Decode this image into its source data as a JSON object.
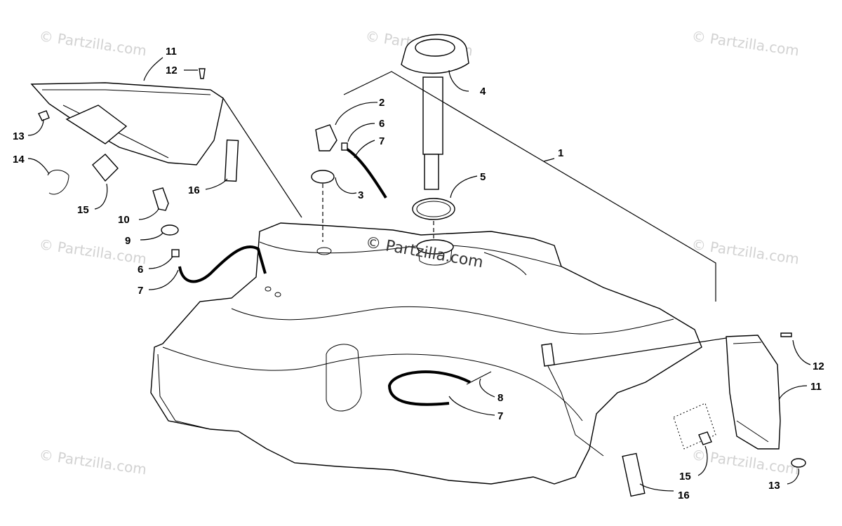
{
  "watermark": {
    "text": "© Partzilla.com",
    "center_text": "© Partzilla.com"
  },
  "callouts": {
    "c1": "1",
    "c2": "2",
    "c3": "3",
    "c4": "4",
    "c5": "5",
    "c6a": "6",
    "c6b": "6",
    "c7a": "7",
    "c7b": "7",
    "c7c": "7",
    "c8": "8",
    "c9": "9",
    "c10": "10",
    "c11a": "11",
    "c11b": "11",
    "c12a": "12",
    "c12b": "12",
    "c13a": "13",
    "c13b": "13",
    "c14": "14",
    "c15a": "15",
    "c15b": "15",
    "c16a": "16",
    "c16b": "16"
  }
}
